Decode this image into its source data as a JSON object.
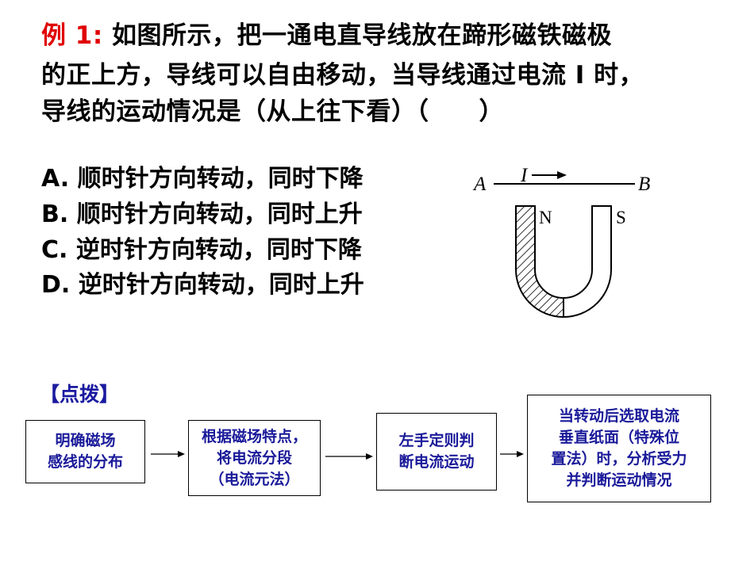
{
  "question": {
    "label": "例 1:",
    "line1": " 如图所示，把一通电直导线放在蹄形磁铁磁极",
    "line2": "的正上方，导线可以自由移动，当导线通过电流 I 时，",
    "line3": "导线的运动情况是（从上往下看）（　　）"
  },
  "options": [
    {
      "key": "A.",
      "text": "顺时针方向转动，同时下降"
    },
    {
      "key": "B.",
      "text": "顺时针方向转动，同时上升"
    },
    {
      "key": "C.",
      "text": "逆时针方向转动，同时下降"
    },
    {
      "key": "D.",
      "text": "逆时针方向转动，同时上升"
    }
  ],
  "figure": {
    "point_a": "A",
    "point_b": "B",
    "current": "I",
    "pole_n": "N",
    "pole_s": "S"
  },
  "hint": {
    "title": "【点拨】",
    "steps": [
      "明确磁场\n感线的分布",
      "根据磁场特点，\n将电流分段\n（电流元法）",
      "左手定则判\n断电流运动",
      "当转动后选取电流\n垂直纸面（特殊位\n置法）时，分析受力\n并判断运动情况"
    ]
  }
}
